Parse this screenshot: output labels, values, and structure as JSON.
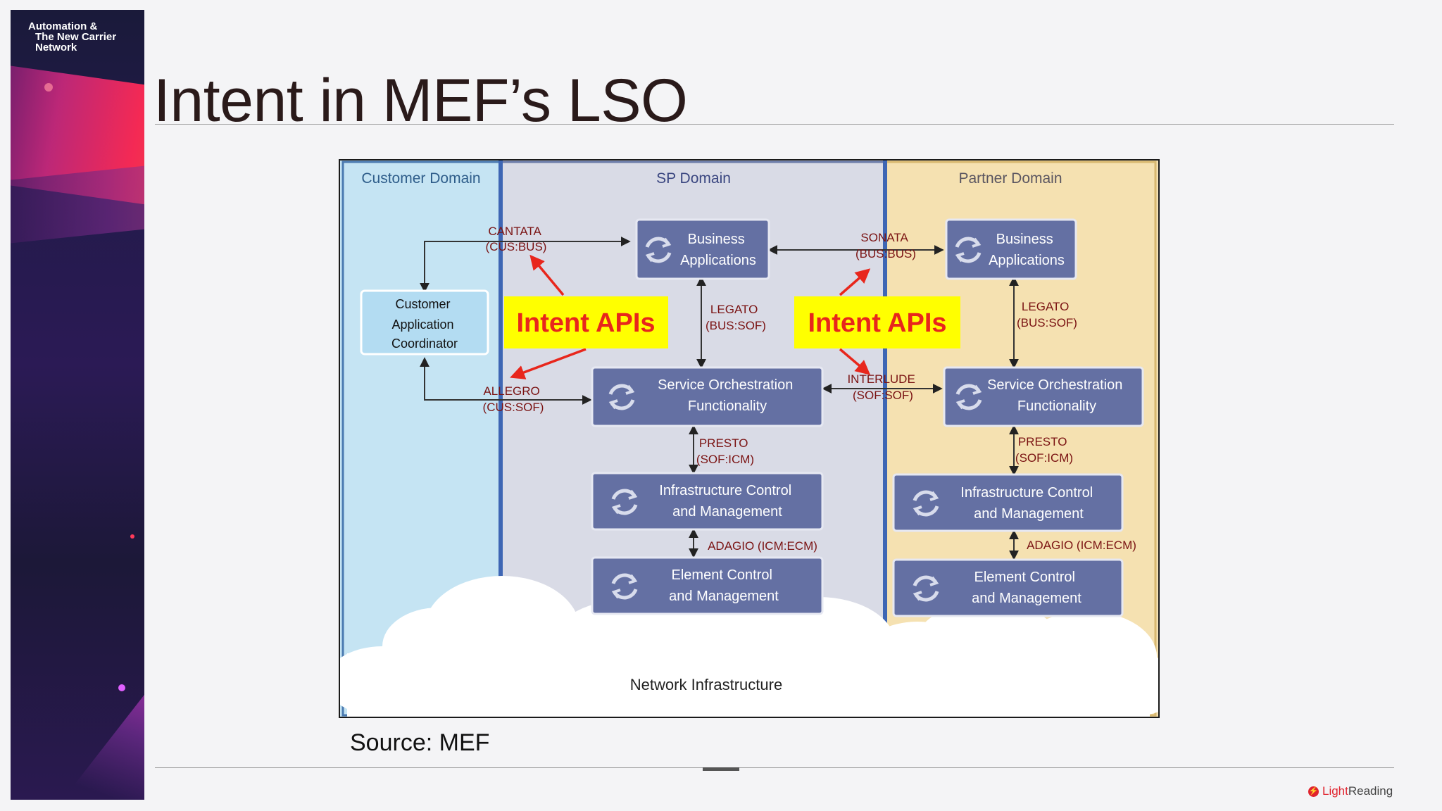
{
  "sidebar": {
    "title_lines": [
      "Automation &",
      "The New Carrier",
      "Network"
    ]
  },
  "page": {
    "title": "Intent in MEF’s LSO",
    "source": "Source: MEF"
  },
  "logo": {
    "text_light": "Light",
    "text_reading": "Reading"
  },
  "diagram": {
    "domains": {
      "customer": "Customer Domain",
      "sp": "SP Domain",
      "partner": "Partner Domain"
    },
    "customer_box": [
      "Customer",
      "Application",
      "Coordinator"
    ],
    "sp_boxes": {
      "business": [
        "Business",
        "Applications"
      ],
      "sof": [
        "Service Orchestration",
        "Functionality"
      ],
      "icm": [
        "Infrastructure Control",
        "and Management"
      ],
      "ecm": [
        "Element Control",
        "and Management"
      ]
    },
    "partner_boxes": {
      "business": [
        "Business",
        "Applications"
      ],
      "sof": [
        "Service Orchestration",
        "Functionality"
      ],
      "icm": [
        "Infrastructure Control",
        "and Management"
      ],
      "ecm": [
        "Element Control",
        "and Management"
      ]
    },
    "interfaces": {
      "cantata": [
        "CANTATA",
        "(CUS:BUS)"
      ],
      "allegro": [
        "ALLEGRO",
        "(CUS:SOF)"
      ],
      "legato_sp": [
        "LEGATO",
        "(BUS:SOF)"
      ],
      "sonata": [
        "SONATA",
        "(BUS:BUS)"
      ],
      "interlude": [
        "INTERLUDE",
        "(SOF:SOF)"
      ],
      "legato_partner": [
        "LEGATO",
        "(BUS:SOF)"
      ],
      "presto_sp": [
        "PRESTO",
        "(SOF:ICM)"
      ],
      "presto_partner": [
        "PRESTO",
        "(SOF:ICM)"
      ],
      "adagio_sp": "ADAGIO (ICM:ECM)",
      "adagio_partner": "ADAGIO (ICM:ECM)"
    },
    "intent_labels": [
      "Intent APIs",
      "Intent APIs"
    ],
    "network_label": "Network Infrastructure",
    "colors": {
      "customer_bg": "#c5e4f3",
      "sp_bg": "#d9dbe6",
      "partner_bg": "#f5e1b1",
      "box_fill": "#6470a3",
      "intent_bg": "#ffff00",
      "intent_text": "#e8261c",
      "interface_text": "#7a1212"
    }
  }
}
